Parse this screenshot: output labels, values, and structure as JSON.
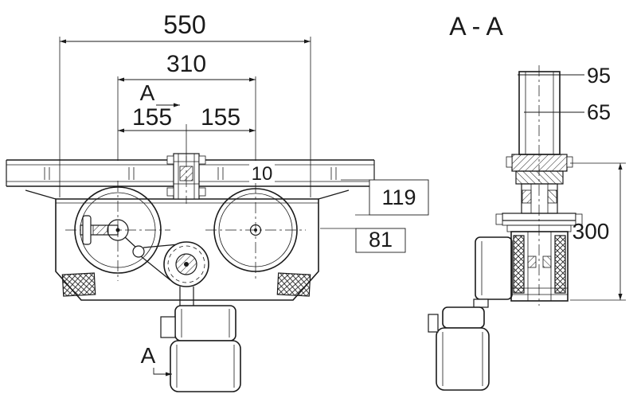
{
  "drawing": {
    "colors": {
      "ink": "#1a1a1a",
      "background": "#ffffff"
    },
    "front_view": {
      "dims": {
        "total_width": "550",
        "wheel_spacing": "310",
        "half_left": "155",
        "half_right": "155",
        "flange_gap": "10",
        "rail_to_axle": "119",
        "axle_drop": "81"
      },
      "section_cut": {
        "top_label": "A",
        "bottom_label": "A"
      }
    },
    "section_view": {
      "title": "A - A",
      "dims": {
        "top_width": "95",
        "inner_width": "65",
        "height": "300"
      }
    }
  }
}
